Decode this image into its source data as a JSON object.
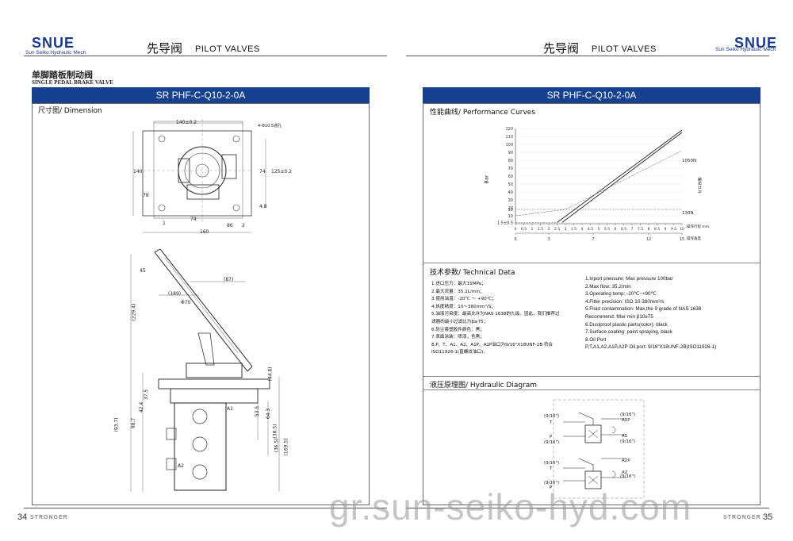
{
  "left": {
    "logo": "SNUE",
    "logo_sub": "Sun Seiko Hydraulic Mech",
    "title_cn": "先导阀",
    "title_en": "PILOT VALVES",
    "product_cn": "单脚踏板制动阀",
    "product_en": "SINGLE PEDAL BRAKE VALVE",
    "model": "SR PHF-C-Q10-2-0A",
    "section": "尺寸图/ Dimension",
    "page_number": "34",
    "footer": "STRONGER",
    "dims": [
      "140±0.2",
      "4-Φ10.5通孔",
      "140",
      "125±0.2",
      "74",
      "78",
      "4.8",
      "74",
      "160",
      "86",
      "1",
      "2",
      "(87)",
      "(189)",
      "(229.4)",
      "Φ70",
      "45",
      "(44.8)",
      "37.5",
      "42.4",
      "98.7",
      "(93.7)",
      "53.5",
      "64.3",
      "(38.5)",
      "(36.5)",
      "(169.5)",
      "A1",
      "A2"
    ]
  },
  "right": {
    "logo": "SNUE",
    "logo_sub": "Sun Seiko Hydraulic Mech",
    "title_cn": "先导阀",
    "title_en": "PILOT VALVES",
    "model": "SR PHF-C-Q10-2-0A",
    "perf_title": "性能曲线/ Performance Curves",
    "tech_title": "技术参数/ Technical Data",
    "hyd_title": "液压原理图/ Hydraulic Diagram",
    "page_number": "35",
    "footer": "STRONGER",
    "tech_cn": [
      "1.进口压力：最大15MPa；",
      "2.最大流量：35.2L/min；",
      "3.使用油温：-20℃ ～ +90℃；",
      "4.执度精度：10～380mm²/S；",
      "5.油液污染度：最高允许为NAS 1638的九级。因此，我们推荐过",
      "   滤器的最小过滤比为β≥75；",
      "6.防尘套塑胶件颜色：黑；",
      "7.表面涂装：喷漆，色黑；",
      "8.P、T、A1、A2、A1P、A2P油口为9/16\"X18UNF-2B 符合",
      "   ISO11926-1(直螺纹油口)。"
    ],
    "tech_en": [
      "1.Inport pressure: Max pressure 100bar",
      "2.Max flow: 35.2/min",
      "3.Operating temp:  -20℃~+90℃",
      "4.Filter precision: ISO 10-380mm²/s",
      "5.Fluid contamination: Max,the 9 grade of NAS 1638",
      "Recommend: filter min β10≥75",
      "6.Dustproof plastic parts(color): black",
      "7.Surface coating: paint spraying, black",
      "8.Oil Port",
      "P,T,A1,A2,A1P,A2P Oil port: 9/16\"X18UNF-2B(ISO11926-1)"
    ],
    "hyd_labels": [
      "(9/16\")",
      "T",
      "(9/16\")",
      "A1P",
      "P",
      "(9/16\")",
      "A1",
      "(9/16\")",
      "A2P",
      "(9/16\")",
      "T",
      "(9/16\")",
      "A2",
      "(9/16\")",
      "P"
    ]
  },
  "chart_data": {
    "type": "line",
    "title": "性能曲线/ Performance Curves",
    "ylabel": "Bar",
    "y_ticks": [
      "1.5±0.5",
      "10",
      "18",
      "20",
      "30",
      "40",
      "50",
      "60",
      "70",
      "80",
      "90",
      "100",
      "110",
      "120"
    ],
    "x_ticks_top": [
      "0",
      "0.5",
      "1",
      "1.5",
      "2",
      "2.5",
      "3",
      "3.5",
      "4",
      "4.5",
      "5",
      "5.5",
      "6",
      "6.5",
      "7",
      "7.5",
      "8",
      "8.5",
      "9",
      "9.5",
      "10"
    ],
    "x_ticks_bottom": [
      "0",
      "3",
      "7",
      "12",
      "15"
    ],
    "x_label_top": "操作行程 mm",
    "x_label_bottom": "操作角度",
    "right_label": "操纵力 N",
    "right_annotations": [
      "1050N",
      "130N"
    ],
    "ylim": [
      0,
      120
    ],
    "xlim": [
      0,
      10
    ],
    "series": [
      {
        "x": [
          2.5,
          10
        ],
        "y": [
          1.5,
          118
        ]
      },
      {
        "x": [
          2.8,
          10
        ],
        "y": [
          1.5,
          115
        ]
      },
      {
        "x": [
          0,
          3,
          10
        ],
        "y": [
          10,
          18,
          92
        ]
      }
    ]
  },
  "watermark": "gr.sun-seiko-hyd.com"
}
